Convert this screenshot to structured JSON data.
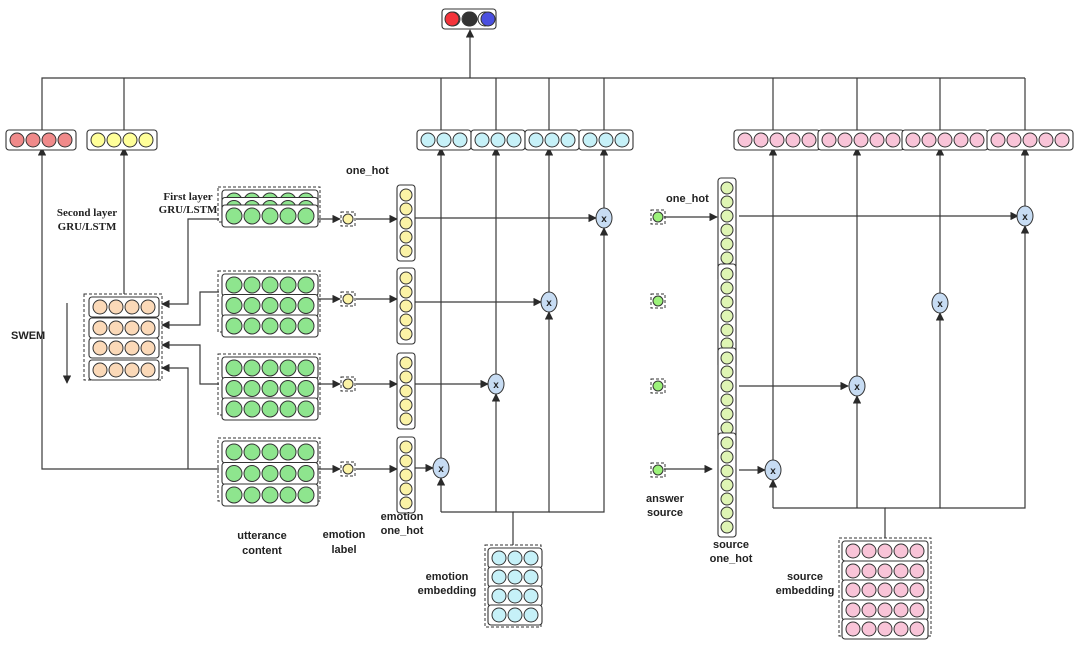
{
  "labels": {
    "second_layer_1": "Second layer",
    "second_layer_2": "GRU/LSTM",
    "first_layer_1": "First layer",
    "first_layer_2": "GRU/LSTM",
    "swem": "SWEM",
    "one_hot_left": "one_hot",
    "one_hot_right": "one_hot",
    "utterance_1": "utterance",
    "utterance_2": "content",
    "emotion_label_1": "emotion",
    "emotion_label_2": "label",
    "emotion_onehot_1": "emotion",
    "emotion_onehot_2": "one_hot",
    "emotion_embedding_1": "emotion",
    "emotion_embedding_2": "embedding",
    "answer_source_1": "answer",
    "answer_source_2": "source",
    "source_onehot_1": "source",
    "source_onehot_2": "one_hot",
    "source_embedding_1": "source",
    "source_embedding_2": "embedding",
    "multiply": "x"
  },
  "colors": {
    "red": "#f08a8a",
    "yellow": "#ffff99",
    "cyan": "#c6f1f8",
    "pink": "#f9c4d8",
    "green": "#8ee58e",
    "peach": "#fbd9b8",
    "pale_yellow": "#fbf3a6",
    "pale_green": "#dff5b4",
    "bright_green": "#9cf27a",
    "mult_node": "#c7dcf3",
    "output_red": "#f4333a",
    "output_black": "#333333",
    "output_blue": "#4a4fe0"
  }
}
